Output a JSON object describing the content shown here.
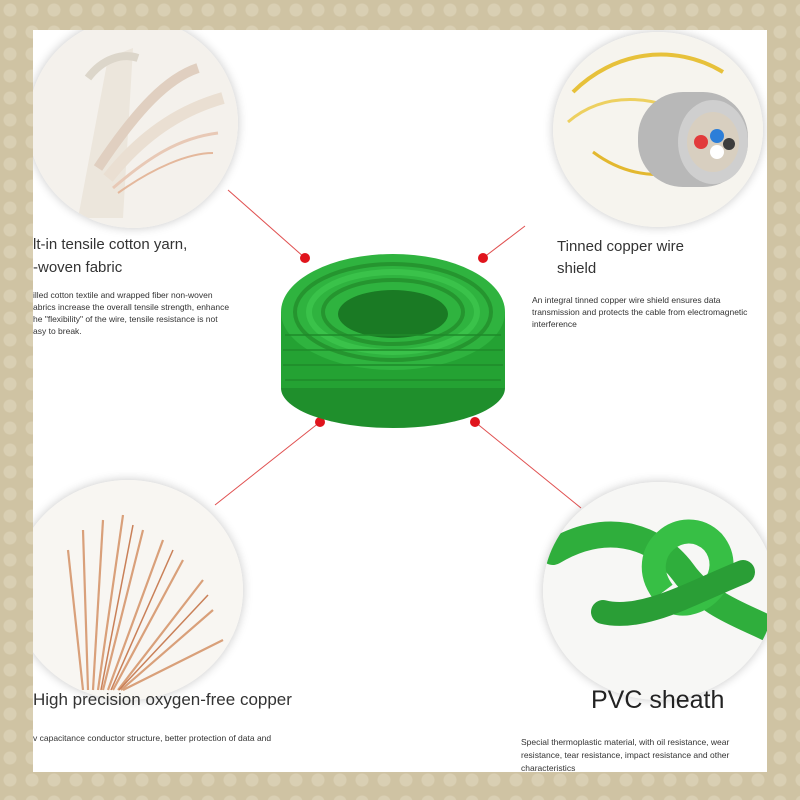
{
  "features": {
    "cotton": {
      "title_line1": "lt-in tensile cotton yarn,",
      "title_line2": "-woven fabric",
      "desc_line1": "illed cotton textile and wrapped fiber non-woven",
      "desc_line2": "abrics increase the overall tensile strength, enhance",
      "desc_line3": "he \"flexibility\" of the wire, tensile resistance is not",
      "desc_line4": "asy to break."
    },
    "shield": {
      "title_line1": "Tinned copper wire",
      "title_line2": "shield",
      "desc_line1": "An integral tinned copper wire shield ensures data",
      "desc_line2": "transmission and protects the cable from electromagnetic",
      "desc_line3": "interference"
    },
    "copper": {
      "title": "High precision oxygen-free copper",
      "desc": "v capacitance conductor structure, better protection of data and"
    },
    "sheath": {
      "title": "PVC sheath",
      "desc_line1": "Special thermoplastic material, with oil resistance, wear",
      "desc_line2": "resistance, tear resistance, impact resistance and other",
      "desc_line3": "characteristics"
    }
  },
  "colors": {
    "cable_green": "#2fb33f",
    "marker_red": "#e0141c",
    "frame": "#cfc3a3"
  }
}
